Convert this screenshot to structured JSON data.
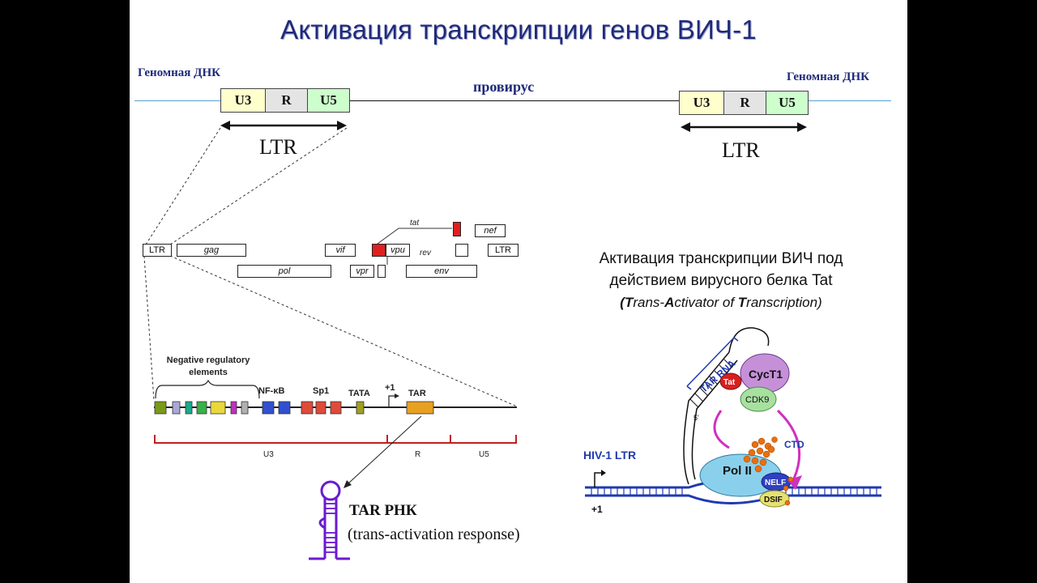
{
  "slide": {
    "title": "Активация транскрипции генов ВИЧ-1",
    "genomic_dna_left": "Геномная ДНК",
    "genomic_dna_right": "Геномная ДНК",
    "provirus": "провирус",
    "ltr_segments": [
      "U3",
      "R",
      "U5"
    ],
    "ltr_label": "LTR"
  },
  "genome_map": {
    "genes": {
      "ltr_left": "LTR",
      "gag": "gag",
      "pol": "pol",
      "vif": "vif",
      "vpr": "vpr",
      "vpu": "vpu",
      "tat": "tat",
      "rev": "rev",
      "env": "env",
      "nef": "nef",
      "ltr_right": "LTR"
    }
  },
  "ltr_detail": {
    "negative_regulatory": "Negative regulatory\nelements",
    "nfkb": "NF-κB",
    "sp1": "Sp1",
    "tata": "TATA",
    "tss": "+1",
    "tar": "TAR",
    "regions": [
      "U3",
      "R",
      "U5"
    ],
    "element_colors": [
      "#7a9a1a",
      "#a8a8d8",
      "#1aaa8a",
      "#3ab04a",
      "#e8d83a",
      "#c030c0",
      "#b0b0b0",
      "#3050d0",
      "#3050d0",
      "#e04a3a",
      "#e04a3a",
      "#e04a3a",
      "#a0a020",
      "#e8a020"
    ]
  },
  "tar_rna": {
    "title": "TAR РНК",
    "subtitle": "(trans-activation response)"
  },
  "tat_activation": {
    "line1": "Активация транскрипции ВИЧ под",
    "line2": "действием вирусного белка Tat",
    "line3": [
      {
        "t": "(",
        "b": true
      },
      {
        "t": "T",
        "b": true
      },
      {
        "t": "rans-",
        "b": false
      },
      {
        "t": "A",
        "b": true
      },
      {
        "t": "ctivator of ",
        "b": false
      },
      {
        "t": "T",
        "b": true
      },
      {
        "t": "ranscription)",
        "b": false
      }
    ]
  },
  "mechanism": {
    "tar_rna": "TAR RNA",
    "cyct1": "CycT1",
    "tat": "Tat",
    "cdk9": "CDK9",
    "five_prime": "5'",
    "ctd": "CTD",
    "hiv_ltr": "HIV-1 LTR",
    "pol2": "Pol II",
    "nelf": "NELF",
    "dsif": "DSIF",
    "tss": "+1",
    "colors": {
      "cyct1": "#c690d8",
      "tat": "#d82020",
      "cdk9": "#a8e0a0",
      "pol2": "#8ad0ec",
      "nelf": "#3040c0",
      "dsif": "#e8e070",
      "dna": "#1f3ab0",
      "arrow": "#d030c0",
      "phospho": "#e87010"
    }
  },
  "colors": {
    "title": "#1f2a7a",
    "tar_rna_stem": "#6a1ad0",
    "red_region": "#c02020"
  }
}
